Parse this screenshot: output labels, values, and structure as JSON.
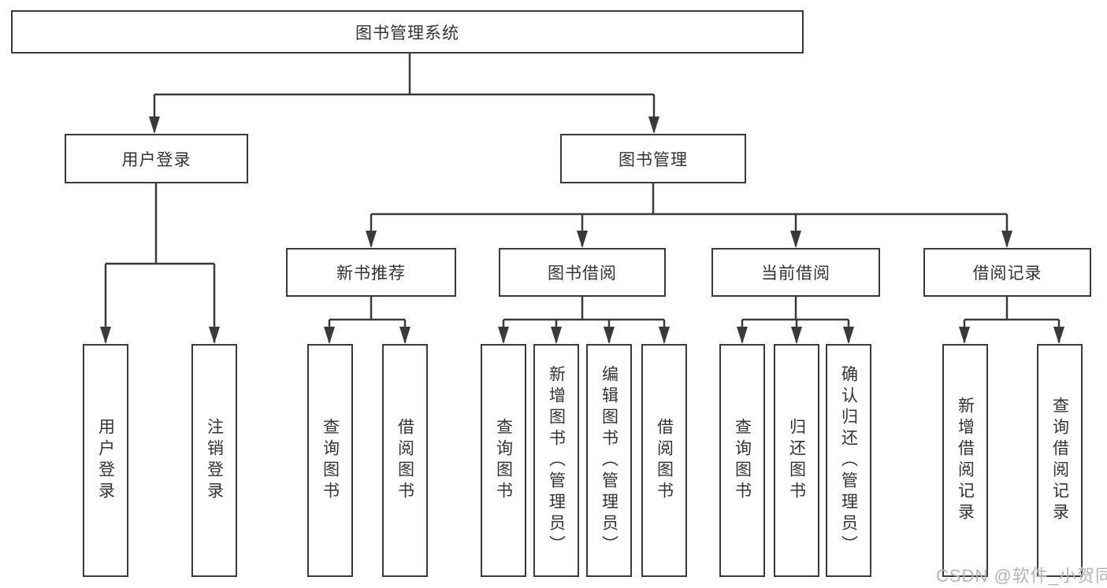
{
  "colors": {
    "background": "#ffffff",
    "line": "#3a3a3a",
    "box_border": "#3a3a3a",
    "text": "#333333",
    "watermark": "#b5b5b5"
  },
  "watermark": {
    "text": "CSDN @软件_小贺同学"
  },
  "tree": {
    "root": {
      "label": "图书管理系统"
    },
    "level2": [
      {
        "label": "用户登录"
      },
      {
        "label": "图书管理"
      }
    ],
    "level3": [
      {
        "label": "新书推荐",
        "parent": "图书管理"
      },
      {
        "label": "图书借阅",
        "parent": "图书管理"
      },
      {
        "label": "当前借阅",
        "parent": "图书管理"
      },
      {
        "label": "借阅记录",
        "parent": "图书管理"
      }
    ],
    "leaves": [
      {
        "label": "用户登录",
        "parent": "用户登录"
      },
      {
        "label": "注销登录",
        "parent": "用户登录"
      },
      {
        "label": "查询图书",
        "parent": "新书推荐"
      },
      {
        "label": "借阅图书",
        "parent": "新书推荐"
      },
      {
        "label": "查询图书",
        "parent": "图书借阅"
      },
      {
        "label": "新增图书（管理员）",
        "parent": "图书借阅"
      },
      {
        "label": "编辑图书（管理员）",
        "parent": "图书借阅"
      },
      {
        "label": "借阅图书",
        "parent": "图书借阅"
      },
      {
        "label": "查询图书",
        "parent": "当前借阅"
      },
      {
        "label": "归还图书",
        "parent": "当前借阅"
      },
      {
        "label": "确认归还（管理员）",
        "parent": "当前借阅"
      },
      {
        "label": "新增借阅记录",
        "parent": "借阅记录"
      },
      {
        "label": "查询借阅记录",
        "parent": "借阅记录"
      }
    ]
  }
}
